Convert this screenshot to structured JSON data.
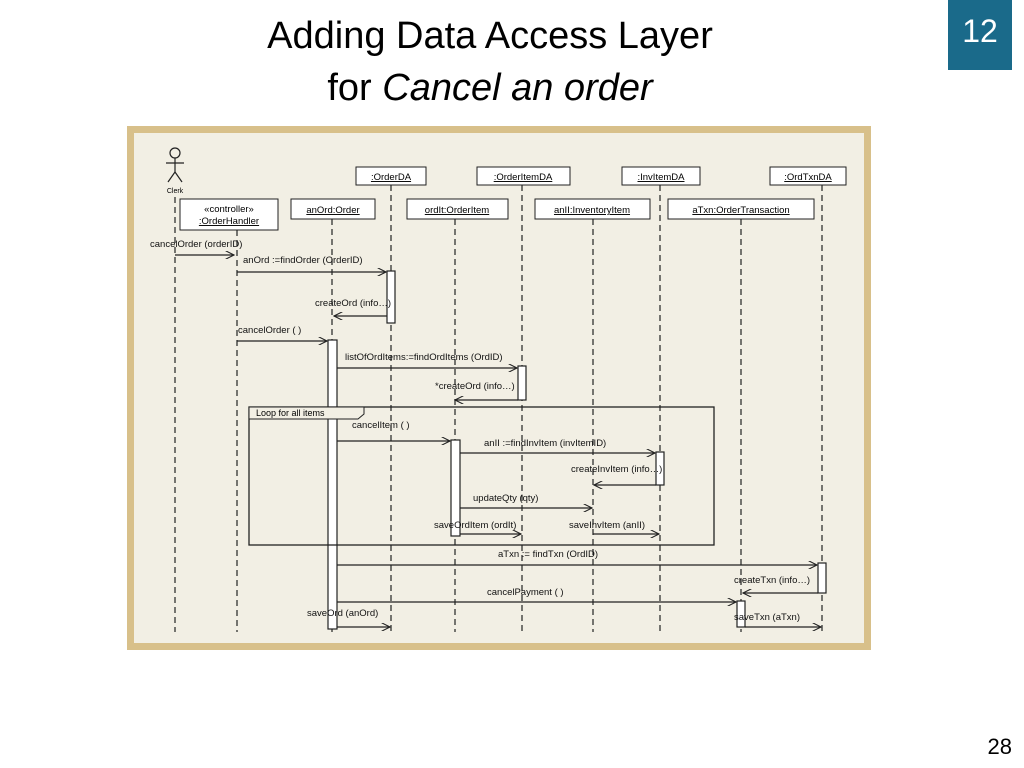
{
  "title_line1": "Adding Data Access Layer",
  "title_line2_prefix": "for",
  "title_line2_italic": "Cancel an order",
  "slide_badge": "12",
  "page_number": "28",
  "diagram": {
    "actor_label": "Clerk",
    "lifelines": {
      "controller_stereotype": "«controller»",
      "controller_name": ":OrderHandler",
      "anOrd": "anOrd:Order",
      "orderDA": ":OrderDA",
      "ordIt": "ordIt:OrderItem",
      "orderItemDA": ":OrderItemDA",
      "anII": "anII:InventoryItem",
      "invItemDA": ":InvItemDA",
      "aTxn": "aTxn:OrderTransaction",
      "ordTxnDA": ":OrdTxnDA"
    },
    "messages": {
      "m1": "cancelOrder (orderID)",
      "m2": "anOrd :=findOrder (OrderID)",
      "m3": "createOrd (info…)",
      "m4": "cancelOrder ( )",
      "m5": "listOfOrdItems:=findOrdItems (OrdID)",
      "m6": "*createOrd (info…)",
      "m7": "cancelItem ( )",
      "m8": "anII :=findInvItem (invItemID)",
      "m9": "createInvItem (info…)",
      "m10": "updateQty (qty)",
      "m11": "saveOrdItem (ordIt)",
      "m12": "saveInvItem (anII)",
      "m13": "aTxn := findTxn (OrdID)",
      "m14": "createTxn (info…)",
      "m15": "cancelPayment ( )",
      "m16": "saveOrd (anOrd)",
      "m17": "saveTxn (aTxn)"
    },
    "loop_label": "Loop for all items"
  }
}
